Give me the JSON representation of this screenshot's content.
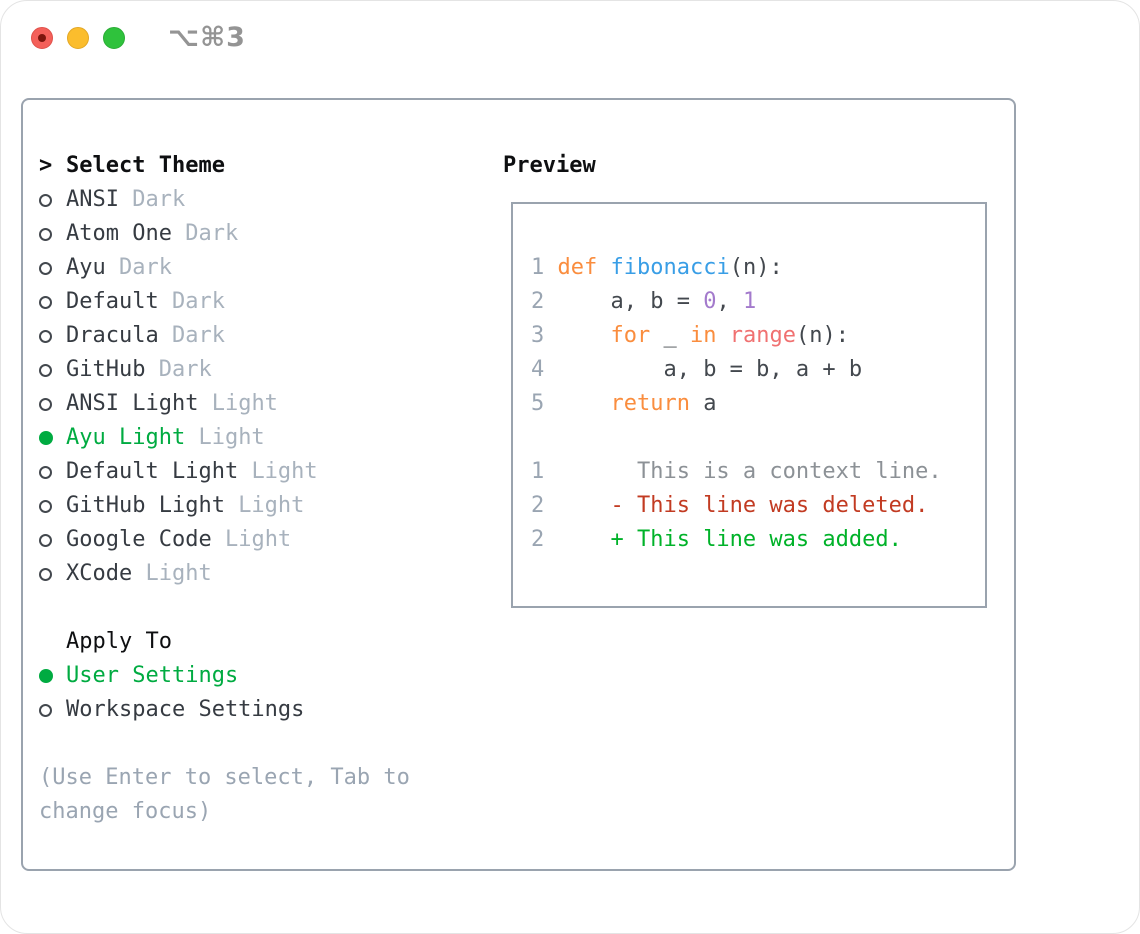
{
  "window": {
    "shortcut": "⌥⌘3"
  },
  "theme_picker": {
    "prompt": ">",
    "title": "Select Theme",
    "items": [
      {
        "label": "ANSI",
        "variant": "Dark",
        "selected": false
      },
      {
        "label": "Atom One",
        "variant": "Dark",
        "selected": false
      },
      {
        "label": "Ayu",
        "variant": "Dark",
        "selected": false
      },
      {
        "label": "Default",
        "variant": "Dark",
        "selected": false
      },
      {
        "label": "Dracula",
        "variant": "Dark",
        "selected": false
      },
      {
        "label": "GitHub",
        "variant": "Dark",
        "selected": false
      },
      {
        "label": "ANSI Light",
        "variant": "Light",
        "selected": false
      },
      {
        "label": "Ayu Light",
        "variant": "Light",
        "selected": true
      },
      {
        "label": "Default Light",
        "variant": "Light",
        "selected": false
      },
      {
        "label": "GitHub Light",
        "variant": "Light",
        "selected": false
      },
      {
        "label": "Google Code",
        "variant": "Light",
        "selected": false
      },
      {
        "label": "XCode",
        "variant": "Light",
        "selected": false
      }
    ]
  },
  "apply_to": {
    "title": "Apply To",
    "options": [
      {
        "label": "User Settings",
        "selected": true
      },
      {
        "label": "Workspace Settings",
        "selected": false
      }
    ]
  },
  "hints": [
    "(Use Enter to select, Tab to",
    "change focus)"
  ],
  "preview": {
    "title": "Preview",
    "code_lines": [
      [
        {
          "t": "1 ",
          "s": "ln"
        },
        {
          "t": "def ",
          "s": "kw"
        },
        {
          "t": "fibonacci",
          "s": "fn"
        },
        {
          "t": "(n):",
          "s": "pun"
        }
      ],
      [
        {
          "t": "2",
          "s": "ln"
        },
        {
          "t": "     a, b = ",
          "s": "pun"
        },
        {
          "t": "0",
          "s": "num"
        },
        {
          "t": ", ",
          "s": "pun"
        },
        {
          "t": "1",
          "s": "num"
        }
      ],
      [
        {
          "t": "3",
          "s": "ln"
        },
        {
          "t": "     ",
          "s": "pun"
        },
        {
          "t": "for",
          "s": "kw"
        },
        {
          "t": " _ ",
          "s": "pun"
        },
        {
          "t": "in",
          "s": "kw"
        },
        {
          "t": " ",
          "s": "pun"
        },
        {
          "t": "range",
          "s": "call"
        },
        {
          "t": "(n):",
          "s": "pun"
        }
      ],
      [
        {
          "t": "4",
          "s": "ln"
        },
        {
          "t": "         a, b = b, a + b",
          "s": "pun"
        }
      ],
      [
        {
          "t": "5",
          "s": "ln"
        },
        {
          "t": "     ",
          "s": "pun"
        },
        {
          "t": "return",
          "s": "kw"
        },
        {
          "t": " a",
          "s": "pun"
        }
      ],
      [],
      [
        {
          "t": "1",
          "s": "ln"
        },
        {
          "t": "       This is a context line.",
          "s": "ctx"
        }
      ],
      [
        {
          "t": "2",
          "s": "ln"
        },
        {
          "t": "     - This line was deleted.",
          "s": "del"
        }
      ],
      [
        {
          "t": "2",
          "s": "ln"
        },
        {
          "t": "     + This line was added.",
          "s": "add"
        }
      ]
    ]
  },
  "colors": {
    "keyword": "#fa8d3e",
    "function_name": "#399ee6",
    "builtin_call": "#f07171",
    "number": "#a37acc",
    "code_text": "#43484e",
    "line_number": "#9aa5b2",
    "context_line": "#8c9196",
    "deleted_line": "#c23b22",
    "added_line": "#00b229",
    "selected_green": "#00ab41",
    "item_text": "#363b42",
    "variant_text": "#a8b2bd",
    "heading_text": "#0e0f11",
    "radio_outline": "#43484e",
    "hint_text": "#9aa5b2",
    "border": "#9aa3ae",
    "traffic_red": "#f4605a",
    "traffic_red_dot": "#7d150d",
    "traffic_yellow": "#fbbd2d",
    "traffic_green": "#2fc23c",
    "shortcut_text": "#949494"
  }
}
